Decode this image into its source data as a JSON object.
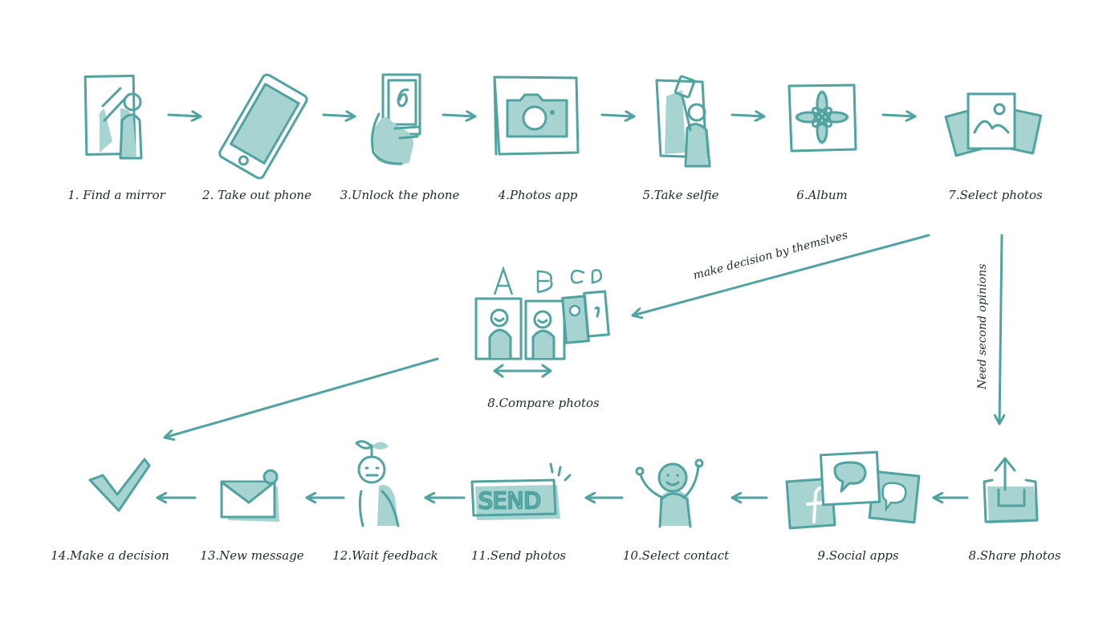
{
  "diagram": {
    "colors": {
      "stroke": "#4fa3a0",
      "fill": "#a7d3d0",
      "text": "#1e2a2a"
    },
    "steps": [
      {
        "id": "find-mirror",
        "label": "1. Find a mirror",
        "icon": "mirror-icon"
      },
      {
        "id": "take-out-phone",
        "label": "2. Take out phone",
        "icon": "phone-icon"
      },
      {
        "id": "unlock-phone",
        "label": "3.Unlock the phone",
        "icon": "unlock-hand-icon"
      },
      {
        "id": "photos-app",
        "label": "4.Photos app",
        "icon": "camera-icon"
      },
      {
        "id": "take-selfie",
        "label": "5.Take selfie",
        "icon": "selfie-icon"
      },
      {
        "id": "album",
        "label": "6.Album",
        "icon": "album-flower-icon"
      },
      {
        "id": "select-photos",
        "label": "7.Select photos",
        "icon": "photo-stack-icon"
      },
      {
        "id": "compare-photos",
        "label": "8.Compare photos",
        "icon": "compare-photos-icon"
      },
      {
        "id": "share-photos",
        "label": "8.Share photos",
        "icon": "share-icon"
      },
      {
        "id": "social-apps",
        "label": "9.Social apps",
        "icon": "social-apps-icon"
      },
      {
        "id": "select-contact",
        "label": "10.Select contact",
        "icon": "contact-person-icon"
      },
      {
        "id": "send-photos",
        "label": "11.Send photos",
        "icon": "send-sign-icon"
      },
      {
        "id": "wait-feedback",
        "label": "12.Wait feedback",
        "icon": "sprout-figure-icon"
      },
      {
        "id": "new-message",
        "label": "13.New message",
        "icon": "envelope-icon"
      },
      {
        "id": "make-decision",
        "label": "14.Make a decision",
        "icon": "checkmark-icon"
      }
    ],
    "branches": {
      "self_decision": "make decision by themslves",
      "second_opinion": "Need second opinions"
    },
    "compare_letters": [
      "A",
      "B",
      "C",
      "D"
    ],
    "send_sign_text": "SEND"
  }
}
